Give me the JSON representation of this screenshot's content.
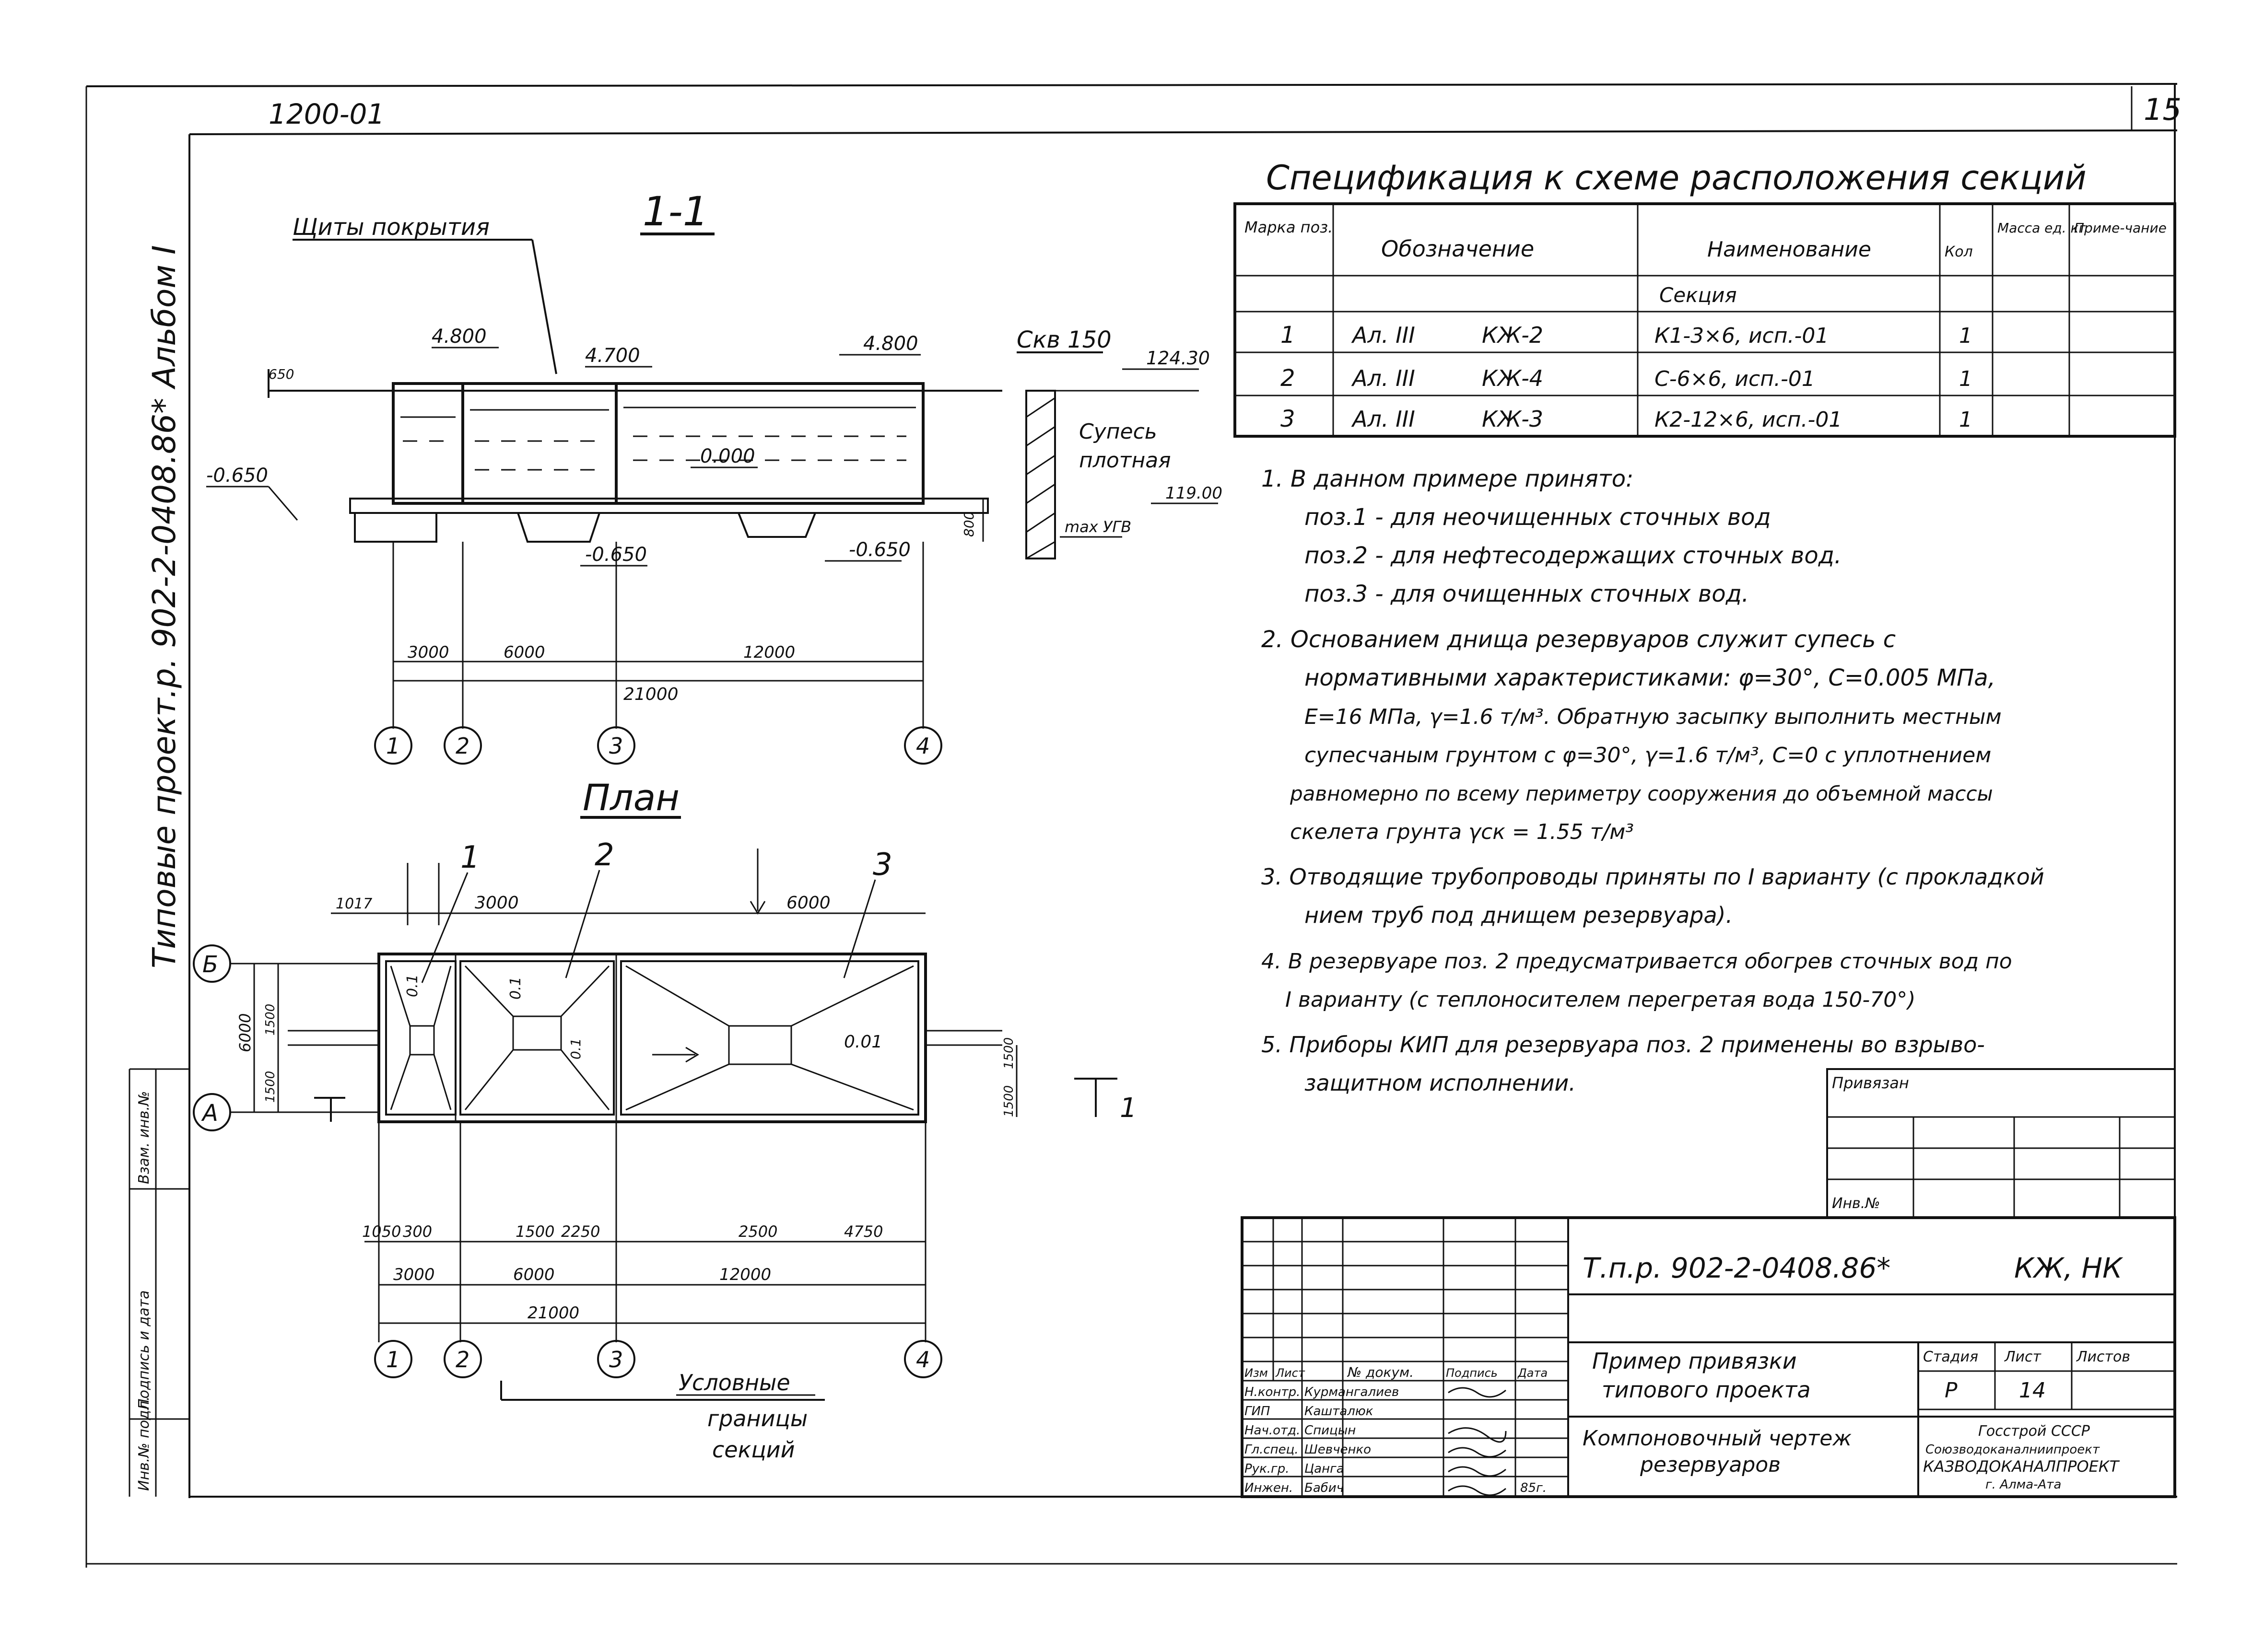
{
  "sheet": {
    "corner_code": "1200-01",
    "sheet_number": "15",
    "album_vertical": "Типовые проект.р. 902-2-0408.86* Альбом I"
  },
  "section": {
    "title": "1-1",
    "label_cover": "Щиты покрытия",
    "levels": [
      "4.800",
      "4.700",
      "4.800",
      "0.000",
      "-0.650",
      "-0.650",
      "-0.650"
    ],
    "bore_title": "Скв 150",
    "bore_level": "124.30",
    "bore_soil": [
      "Супесь",
      "плотная"
    ],
    "bore_ugv": "max УГВ",
    "bore_ugv_level": "119.00",
    "bore_depth": "800",
    "dims": [
      "3000",
      "6000",
      "12000"
    ],
    "total": "21000",
    "axes": [
      "1",
      "2",
      "3",
      "4"
    ]
  },
  "plan": {
    "title": "План",
    "labels": [
      "1",
      "2",
      "3"
    ],
    "row_axes": [
      "Б",
      "А"
    ],
    "top_dims": [
      "1017",
      "3000",
      "6000"
    ],
    "left_dim": "6000",
    "left_sub": [
      "1500",
      "1500"
    ],
    "right_sub": [
      "1500",
      "1500"
    ],
    "slopes": [
      "0.1",
      "0.1",
      "0.01",
      "0.1"
    ],
    "bottom_sub": [
      "1050",
      "300",
      "1500",
      "2250",
      "2500",
      "4750"
    ],
    "bottom_dims": [
      "3000",
      "6000",
      "12000"
    ],
    "total": "21000",
    "axes": [
      "1",
      "2",
      "3",
      "4"
    ],
    "section_mark": "1",
    "cond_label": [
      "Условные",
      "границы",
      "секций"
    ]
  },
  "spec": {
    "title": "Спецификация к схеме расположения секций",
    "headers": [
      "Марка поз.",
      "Обозначение",
      "Наименование",
      "Кол",
      "Масса ед. кг",
      "Приме-чание"
    ],
    "group": "Секция",
    "rows": [
      {
        "pos": "1",
        "des": "Ал. III",
        "code": "КЖ-2",
        "name": "К1-3×6, исп.-01",
        "qty": "1"
      },
      {
        "pos": "2",
        "des": "Ал. III",
        "code": "КЖ-4",
        "name": "С-6×6, исп.-01",
        "qty": "1"
      },
      {
        "pos": "3",
        "des": "Ал. III",
        "code": "КЖ-3",
        "name": "К2-12×6, исп.-01",
        "qty": "1"
      }
    ]
  },
  "notes": [
    "1. В данном примере принято:",
    "поз.1 - для неочищенных сточных вод",
    "поз.2 - для нефтесодержащих сточных вод.",
    "поз.3 - для очищенных сточных вод.",
    "2. Основанием днища резервуаров служит супесь с",
    "нормативными характеристиками: φ=30°, С=0.005 МПа,",
    "Е=16 МПа, γ=1.6 т/м³. Обратную засыпку выполнить местным",
    "супесчаным грунтом с φ=30°, γ=1.6 т/м³, С=0 с уплотнением",
    "равномерно по всему периметру сооружения до объемной массы",
    "скелета грунта γск = 1.55 т/м³",
    "3. Отводящие трубопроводы приняты по I варианту (с прокладкой",
    "нием труб под днищем резервуара).",
    "4. В резервуаре поз. 2 предусматривается обогрев сточных вод по",
    "I варианту (с теплоносителем перегретая вода 150-70°)",
    "5. Приборы КИП для резервуара поз. 2 применены во взрыво-",
    "защитном исполнении."
  ],
  "privyazan": {
    "label": "Привязан",
    "inv": "Инв.№"
  },
  "stamp": {
    "code": "Т.п.р. 902-2-0408.86*",
    "mark": "КЖ, НК",
    "title1": [
      "Пример привязки",
      "типового проекта"
    ],
    "title2": [
      "Компоновочный чертеж",
      "резервуаров"
    ],
    "stage_h": "Стадия",
    "sheet_h": "Лист",
    "sheets_h": "Листов",
    "stage": "Р",
    "sheet": "14",
    "org": [
      "Госстрой СССР",
      "Союзводоканалниипроект",
      "КАЗВОДОКАНАЛПРОЕКТ",
      "г. Алма-Ата"
    ],
    "heads": [
      "Изм",
      "Лист",
      "№ докум.",
      "Подпись",
      "Дата"
    ],
    "roles": [
      "Н.контр.",
      "ГИП",
      "Нач.отд.",
      "Гл.спец.",
      "Рук.гр.",
      "Инжен."
    ],
    "names": [
      "Курмангалиев",
      "Кашталюк",
      "Спицын",
      "Шевченко",
      "Цанга",
      "Бабич"
    ],
    "year": "85г."
  },
  "leftstrip": [
    "Взам. инв.№",
    "Подпись и дата",
    "Инв.№ подл."
  ]
}
